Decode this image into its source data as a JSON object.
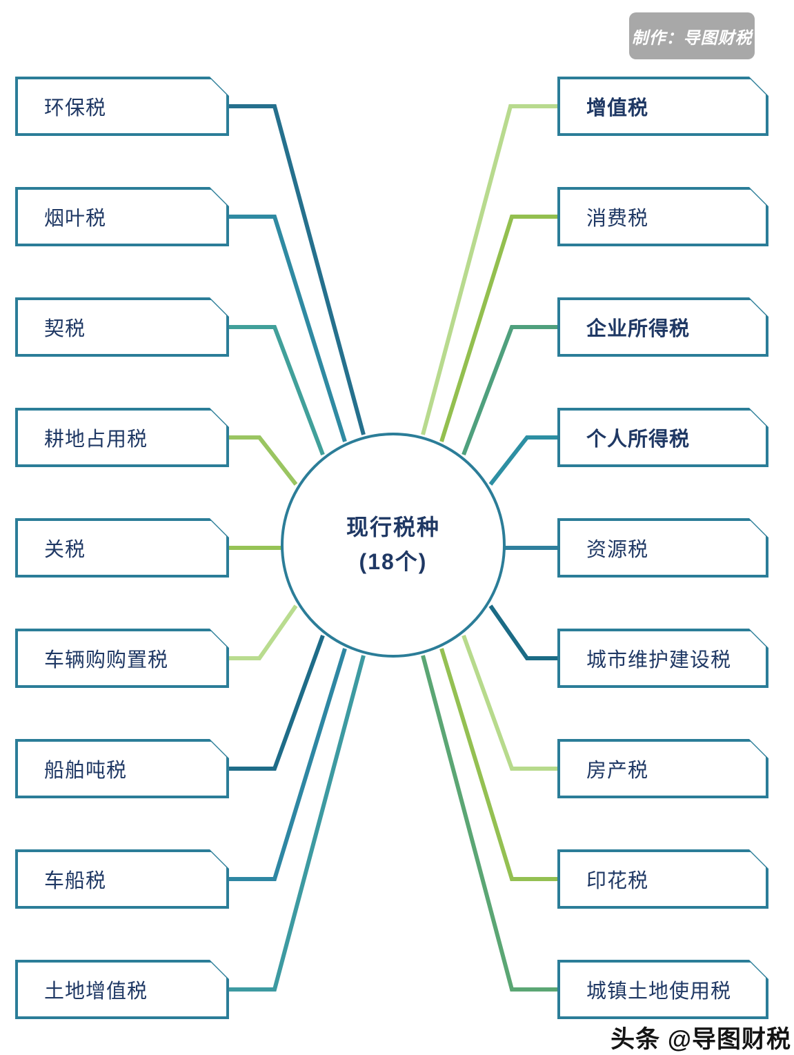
{
  "badge": {
    "label": "制作：导图财税"
  },
  "watermark": {
    "label": "头条 @导图财税"
  },
  "center": {
    "line1": "现行税种",
    "line2": "(18个)"
  },
  "colors": {
    "box_border": "#2b7d98",
    "box_text": "#1f3864",
    "circle_border": "#2b7d98",
    "badge_background": "#a8a8a8",
    "badge_text": "#ffffff"
  },
  "nodes": {
    "left": [
      {
        "label": "环保税",
        "color": "#25708d"
      },
      {
        "label": "烟叶税",
        "color": "#2f8aa2"
      },
      {
        "label": "契税",
        "color": "#41a09a"
      },
      {
        "label": "耕地占用税",
        "color": "#9ac561"
      },
      {
        "label": "关税",
        "color": "#96c355"
      },
      {
        "label": "车辆购购置税",
        "color": "#b9dc8f"
      },
      {
        "label": "船舶吨税",
        "color": "#1e6c88"
      },
      {
        "label": "车船税",
        "color": "#2e87a3"
      },
      {
        "label": "土地增值税",
        "color": "#3d9aa1"
      }
    ],
    "right": [
      {
        "label": "增值税",
        "color": "#b8da8e"
      },
      {
        "label": "消费税",
        "color": "#93bf4f"
      },
      {
        "label": "企业所得税",
        "color": "#4fa07d"
      },
      {
        "label": "个人所得税",
        "color": "#2d8fa3"
      },
      {
        "label": "资源税",
        "color": "#2f7f9d"
      },
      {
        "label": "城市维护建设税",
        "color": "#1b6b85"
      },
      {
        "label": "房产税",
        "color": "#b7da8c"
      },
      {
        "label": "印花税",
        "color": "#94c052"
      },
      {
        "label": "城镇土地使用税",
        "color": "#5ba674"
      }
    ]
  }
}
